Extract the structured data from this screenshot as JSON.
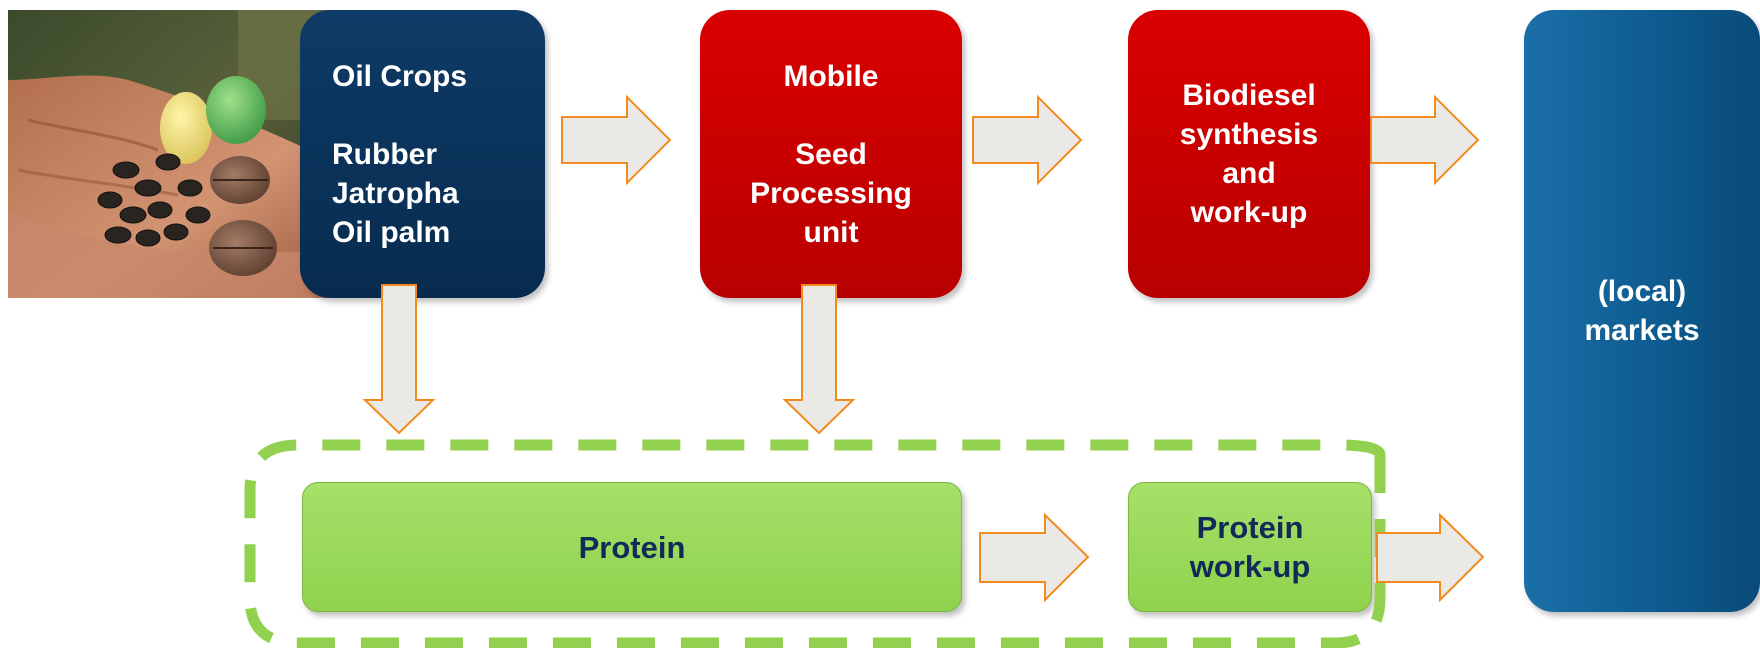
{
  "flow": {
    "oil_crops": "Oil Crops\n\nRubber\nJatropha\nOil palm",
    "mobile_unit": "Mobile\n\nSeed\nProcessing\nunit",
    "biodiesel": "Biodiesel\nsynthesis\nand\nwork-up",
    "markets": "(local)\nmarkets",
    "protein": "Protein",
    "protein_workup": "Protein\nwork-up"
  },
  "colors": {
    "navy": "#0b3560",
    "red": "#cc0000",
    "blue": "#0d5a8e",
    "green": "#9ad85a",
    "arrow_fill": "#ebe9e6",
    "arrow_stroke": "#f28a1e",
    "dash": "#92d050"
  },
  "icons": {
    "photo": "seeds-in-hand-photo",
    "arrow": "block-arrow-icon"
  }
}
